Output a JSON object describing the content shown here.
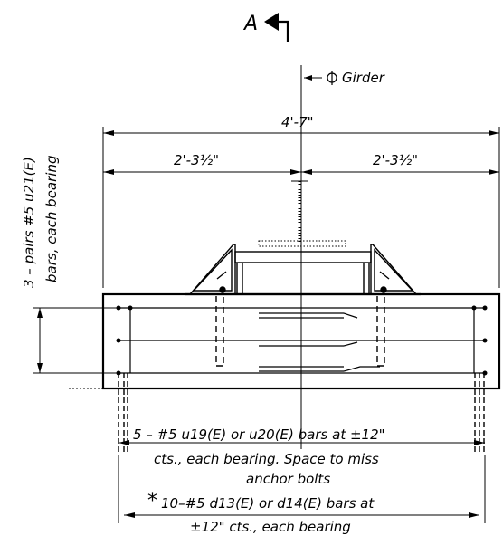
{
  "section": {
    "letter": "A",
    "arrow_icon": "section-cut-arrow-icon"
  },
  "labels": {
    "centerline": "Girder",
    "centerline_icon": "centerline-symbol-icon",
    "overall_width": "4'-7\"",
    "left_half": "2'-3½\"",
    "right_half": "2'-3½\"",
    "vertical_note_line1": "3 – pairs #5 u21(E)",
    "vertical_note_line2": "bars, each bearing",
    "note1_line1": "5 – #5 u19(E) or u20(E) bars at ±12\"",
    "note1_line2": "cts., each bearing. Space to miss",
    "note1_line3": "anchor bolts",
    "note2_marker": "*",
    "note2_line1": "10–#5 d13(E) or d14(E) bars at",
    "note2_line2": "±12\" cts., each bearing"
  }
}
